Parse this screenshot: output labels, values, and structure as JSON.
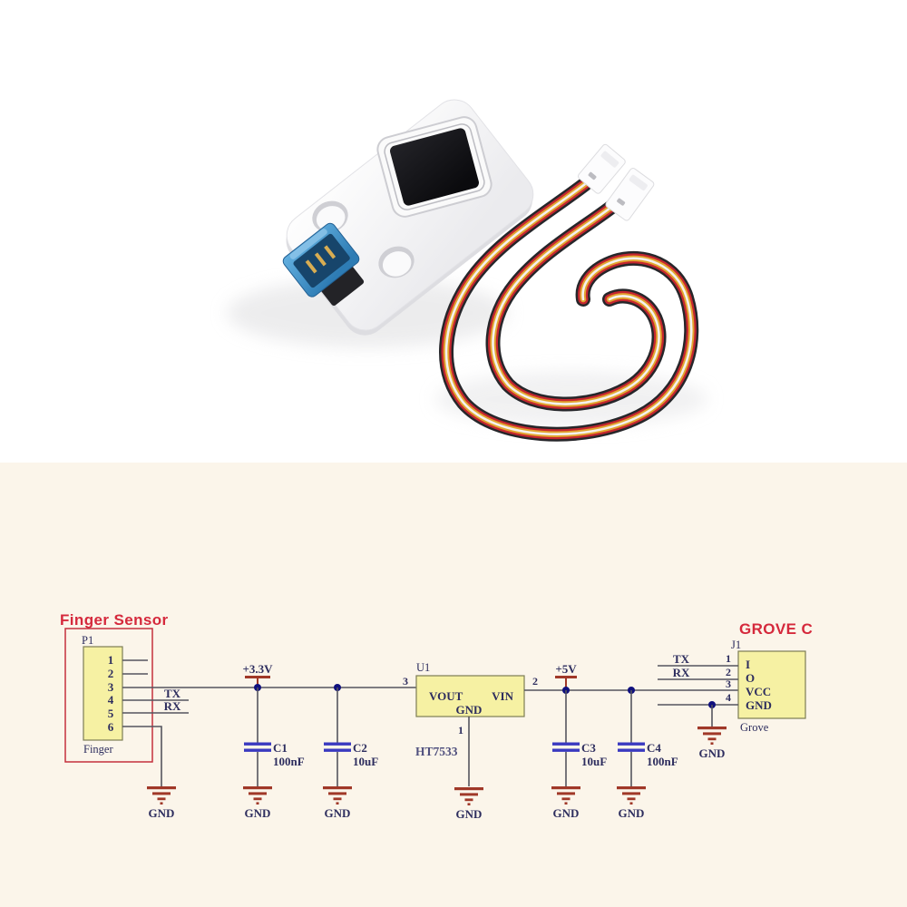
{
  "photo": {
    "subject": "fingerprint-sensor-module-with-grove-cable",
    "colors": {
      "module_body": "#f4f4f6",
      "sensor_window": "#141417",
      "grove_port_blue": "#3d93cc",
      "cable_black": "#26262a",
      "cable_red": "#c5272f",
      "cable_yellow": "#e2a52f",
      "cable_white": "#f4f2ee"
    }
  },
  "schematic": {
    "background": "#fbf5ea",
    "gnd_label": "GND",
    "finger_sensor": {
      "title": "Finger Sensor",
      "connector_ref": "P1",
      "connector_name": "Finger",
      "pins": [
        "1",
        "2",
        "3",
        "4",
        "5",
        "6"
      ],
      "tx_label": "TX",
      "rx_label": "RX"
    },
    "power": {
      "v33": "+3.3V",
      "v5": "+5V"
    },
    "capacitors": [
      {
        "ref": "C1",
        "value": "100nF"
      },
      {
        "ref": "C2",
        "value": "10uF"
      },
      {
        "ref": "C3",
        "value": "10uF"
      },
      {
        "ref": "C4",
        "value": "100nF"
      }
    ],
    "regulator": {
      "ref": "U1",
      "part": "HT7533",
      "pin_vout": "VOUT",
      "pin_vin": "VIN",
      "pin_gnd": "GND",
      "pin_num_left": "3",
      "pin_num_right": "2",
      "pin_num_gnd": "1"
    },
    "grove": {
      "title": "GROVE C",
      "connector_ref": "J1",
      "connector_name": "Grove",
      "tx_label": "TX",
      "rx_label": "RX",
      "pin_names": [
        "I",
        "O",
        "VCC",
        "GND"
      ],
      "pin_numbers": [
        "1",
        "2",
        "3",
        "4"
      ]
    },
    "colors": {
      "title_red": "#d5293c",
      "box_yellow": "#f6f1a3",
      "wire_gray": "#55555e",
      "text_navy": "#2d2d5e",
      "gnd_red": "#a03828",
      "cap_blue": "#3a3ac0",
      "junction_navy": "#10107e"
    }
  }
}
